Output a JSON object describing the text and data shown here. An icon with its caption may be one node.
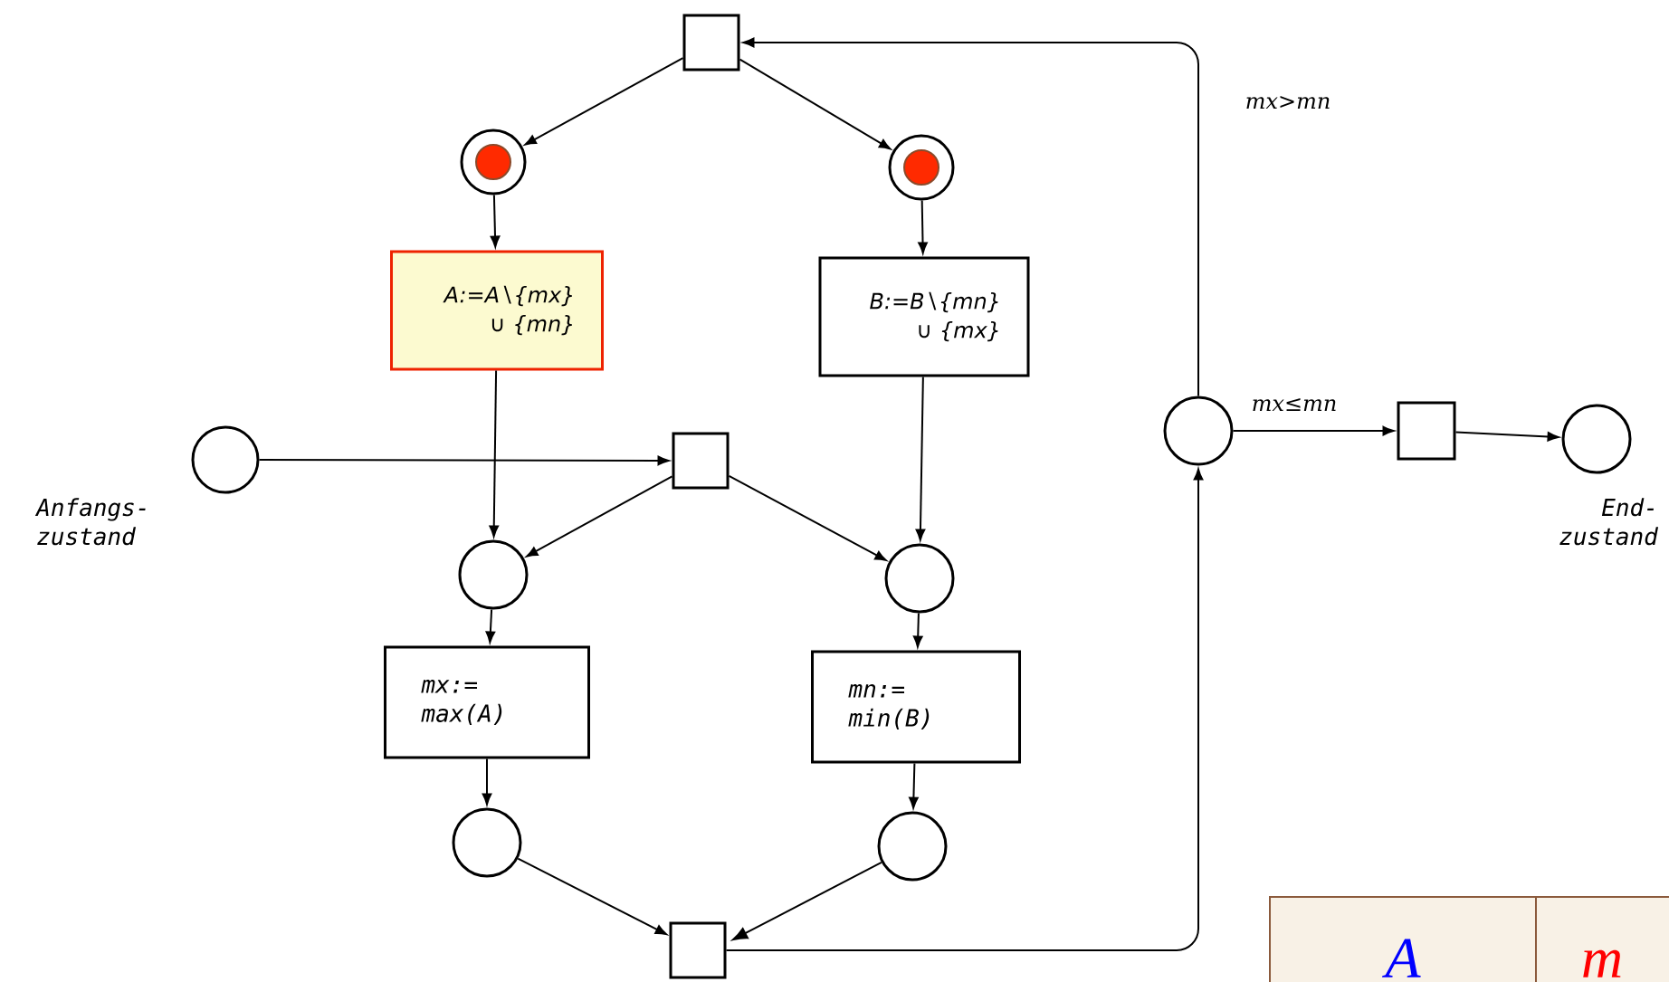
{
  "diagram": {
    "nodes": [
      {
        "text": [],
        "shape": "box"
      },
      {
        "text": [],
        "shape": "circle"
      },
      {
        "text": [],
        "shape": "circle"
      },
      {
        "text": [
          "A:=A∖{mx} ∪ {mn}"
        ]
      },
      {
        "text": [
          "B:=B∖{mn} ∪ {mx}"
        ]
      },
      {
        "text": [],
        "shape": "circle",
        "beside": [
          "Anfangs- zustand"
        ]
      },
      {
        "text": [],
        "shape": "box"
      },
      {
        "text": [],
        "shape": "circle"
      },
      {
        "text": [],
        "shape": "circle"
      },
      {
        "text": [
          "mx:= max(A)"
        ]
      },
      {
        "text": [
          "mn:= min(B)"
        ]
      },
      {
        "text": [],
        "shape": "circle"
      },
      {
        "text": [],
        "shape": "circle"
      },
      {
        "text": [],
        "shape": "box"
      },
      {
        "text": [],
        "shape": "circle"
      },
      {
        "text": [],
        "shape": "box"
      },
      {
        "text": [],
        "shape": "circle",
        "beside": [
          "End- zustand"
        ]
      }
    ],
    "edges": [
      {
        "from": 0,
        "to": 1,
        "arrow": "to"
      },
      {
        "from": 0,
        "to": 2,
        "arrow": "to"
      },
      {
        "from": 1,
        "to": 3,
        "arrow": "to"
      },
      {
        "from": 2,
        "to": 4,
        "arrow": "to"
      },
      {
        "from": 3,
        "to": 7,
        "arrow": "to"
      },
      {
        "from": 4,
        "to": 8,
        "arrow": "to"
      },
      {
        "from": 5,
        "to": 6,
        "arrow": "to"
      },
      {
        "from": 6,
        "to": 7,
        "arrow": "to"
      },
      {
        "from": 6,
        "to": 8,
        "arrow": "to"
      },
      {
        "from": 7,
        "to": 9,
        "arrow": "to"
      },
      {
        "from": 8,
        "to": 10,
        "arrow": "to"
      },
      {
        "from": 9,
        "to": 11,
        "arrow": "to"
      },
      {
        "from": 10,
        "to": 12,
        "arrow": "to"
      },
      {
        "from": 11,
        "to": 13,
        "arrow": "to"
      },
      {
        "from": 12,
        "to": 13,
        "arrow": "to"
      },
      {
        "from": 13,
        "to": 14,
        "arrow": "to"
      },
      {
        "from": 14,
        "to": 0,
        "arrow": "to",
        "label": "mx>mn"
      },
      {
        "from": 14,
        "to": 15,
        "arrow": "to",
        "label": "mx≤mn"
      },
      {
        "from": 15,
        "to": 16,
        "arrow": "to"
      }
    ],
    "labels": [
      "A",
      "m"
    ]
  }
}
